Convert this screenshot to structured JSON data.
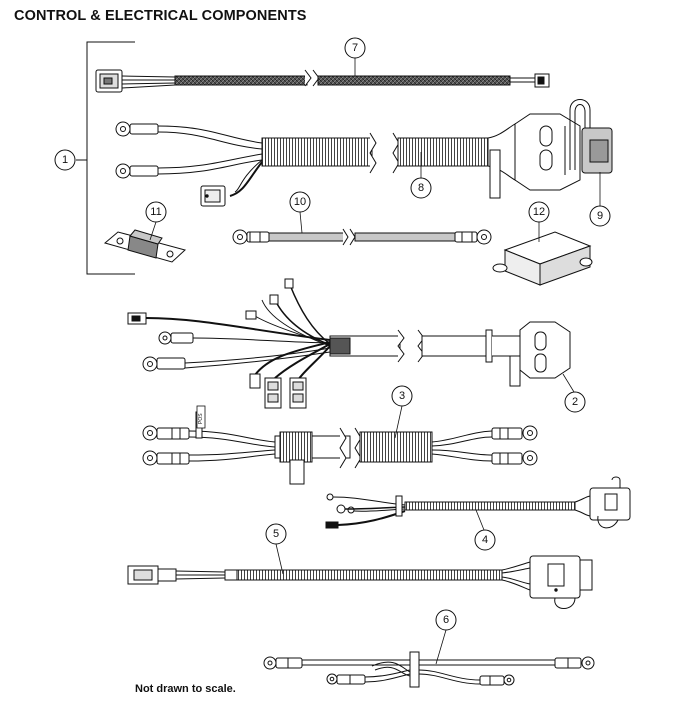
{
  "heading": "CONTROL & ELECTRICAL COMPONENTS",
  "footnote": "Not drawn to scale.",
  "callouts": [
    "1",
    "2",
    "3",
    "4",
    "5",
    "6",
    "7",
    "8",
    "9",
    "10",
    "11",
    "12"
  ],
  "tags": {
    "pos_tag": "POS"
  },
  "colors": {
    "ink": "#111111",
    "gray_fill": "#c8c8c8",
    "dark_fill": "#555555",
    "paper": "#ffffff"
  }
}
